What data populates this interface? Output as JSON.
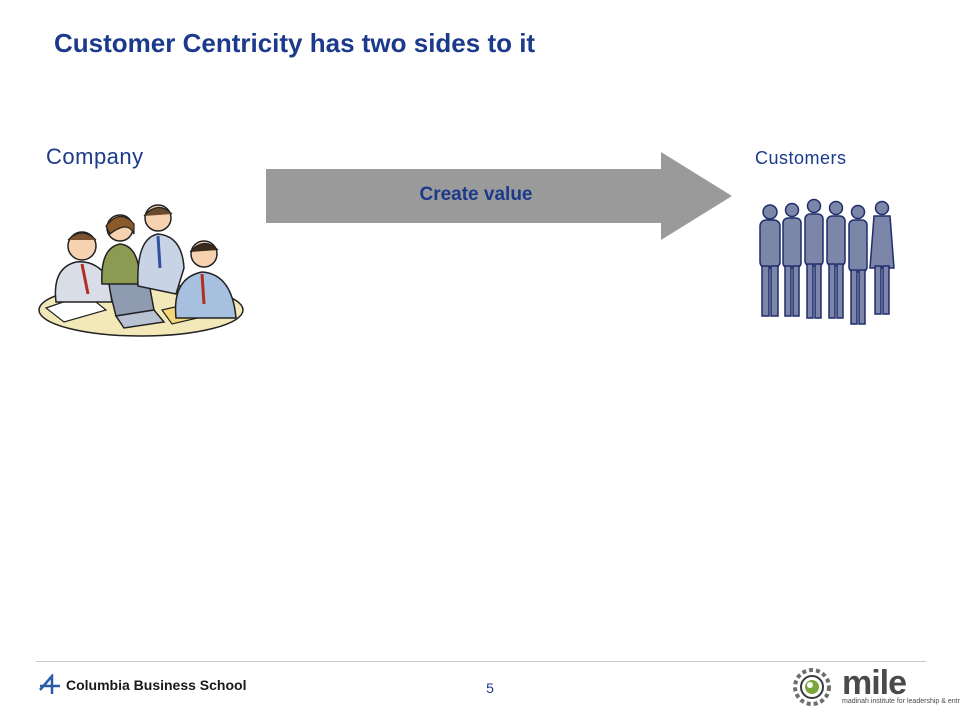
{
  "slide": {
    "title": "Customer Centricity has two sides to it",
    "page_number": "5"
  },
  "diagram": {
    "company_label": "Company",
    "customers_label": "Customers",
    "arrow_label": "Create value",
    "arrow_color": "#9a9a9a"
  },
  "footer": {
    "school_name": "Columbia Business School",
    "partner_logo_text": "mile",
    "partner_logo_subtitle": "madinah institute for leadership & entrepreneurship"
  },
  "colors": {
    "title": "#1b3a8c",
    "people": "#7c86a8",
    "people_outline": "#1f2d6b"
  }
}
